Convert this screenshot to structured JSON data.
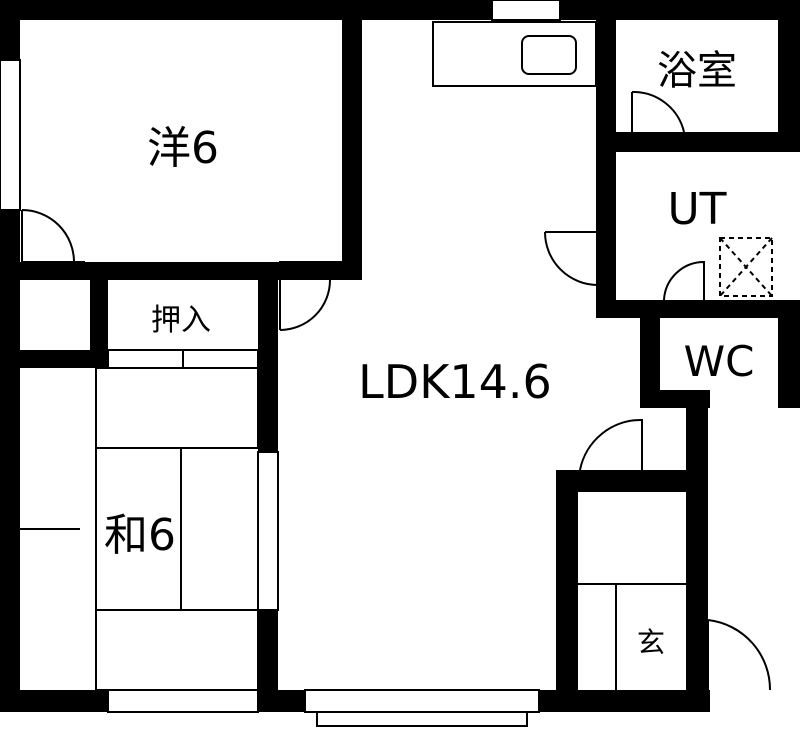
{
  "rooms": {
    "western": "洋6",
    "japanese": "和6",
    "closet": "押入",
    "ldk": "LDK14.6",
    "bath": "浴室",
    "utility": "UT",
    "toilet": "WC",
    "entrance": "玄"
  },
  "colors": {
    "wall": "#000000",
    "background": "#ffffff"
  }
}
